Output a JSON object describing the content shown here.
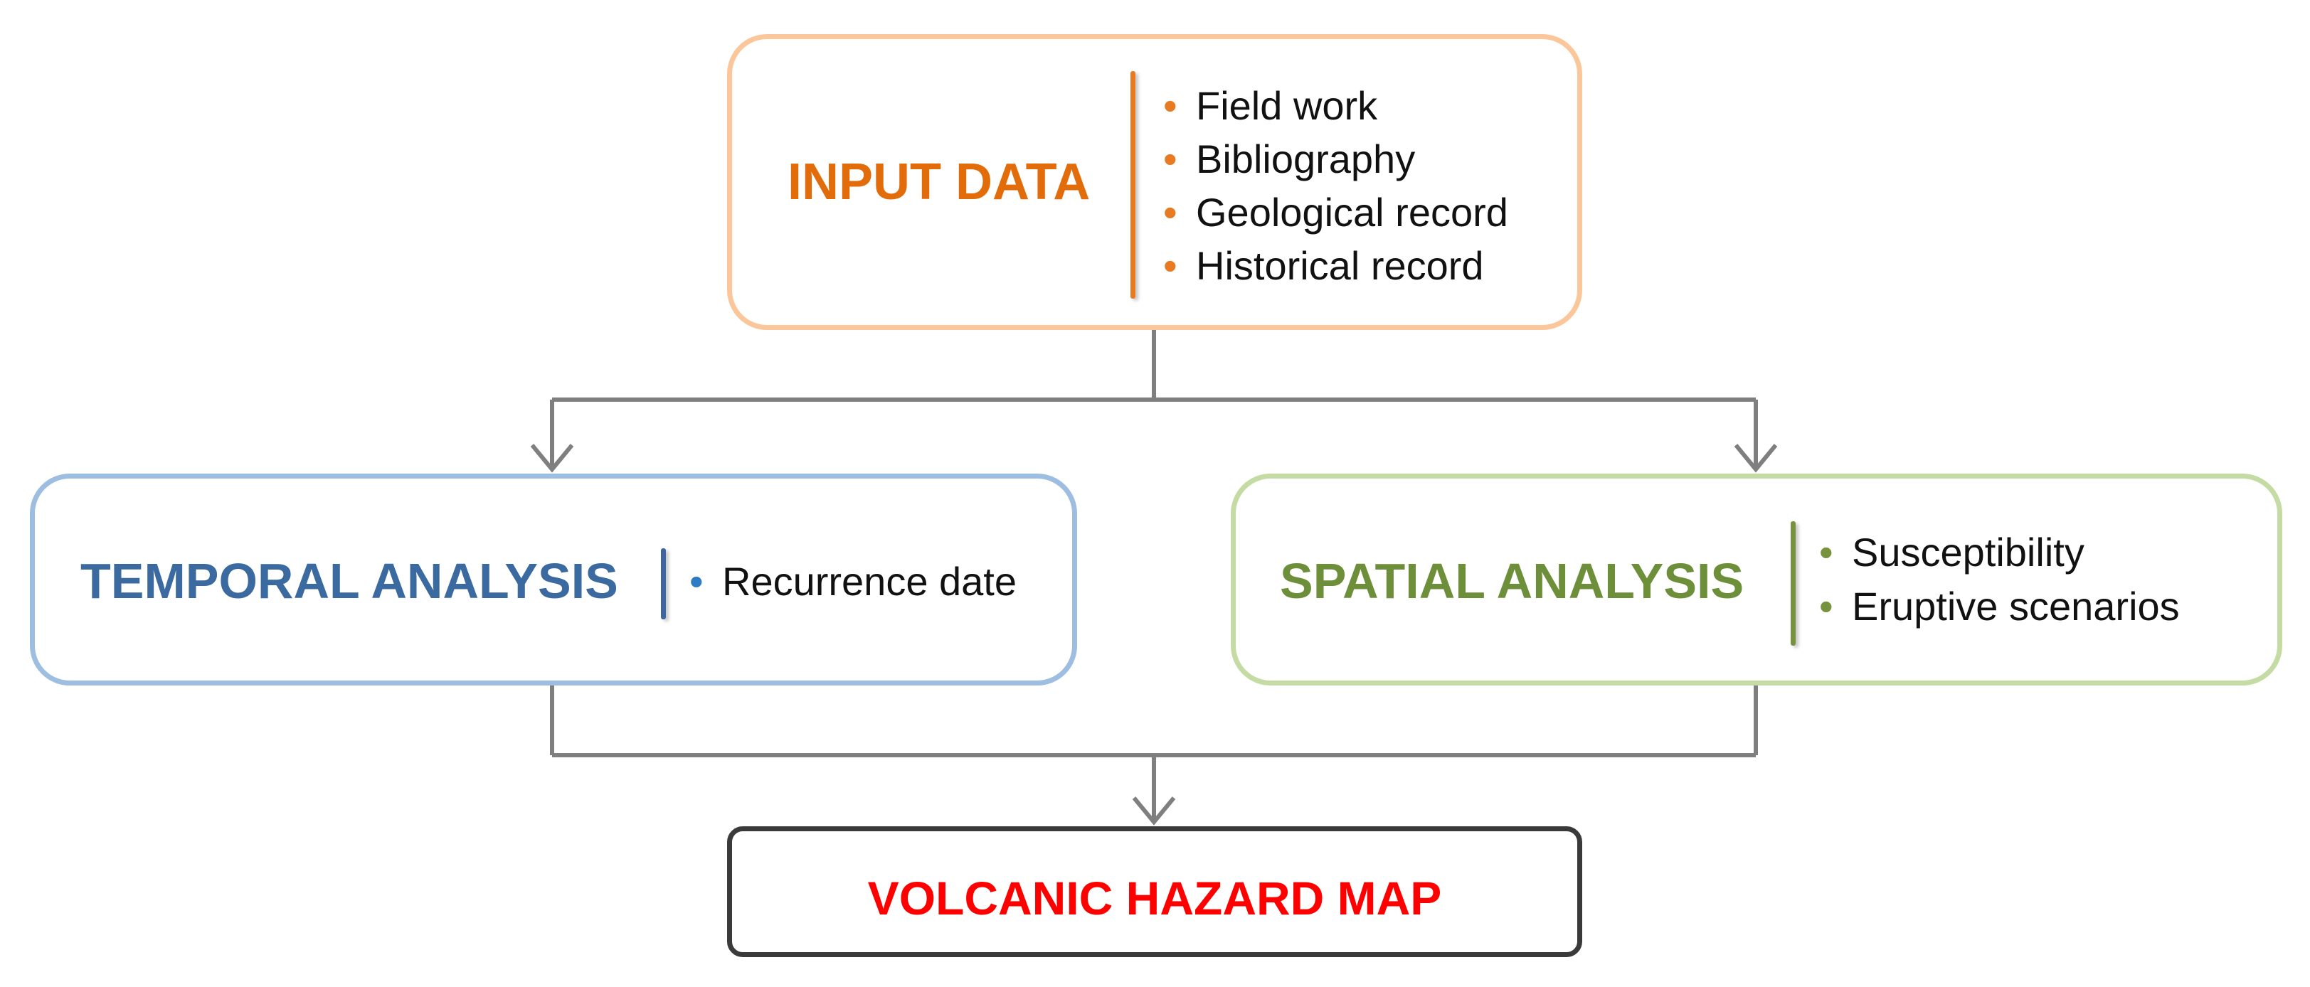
{
  "input": {
    "title": "INPUT DATA",
    "title_color": "#e36c0a",
    "bullet": "•",
    "bullet_color": "#e87a22",
    "items": [
      "Field work",
      "Bibliography",
      "Geological record",
      "Historical record"
    ]
  },
  "temporal": {
    "title": "TEMPORAL ANALYSIS",
    "title_color": "#3a6aa0",
    "bullet": "•",
    "bullet_color": "#2f7cc4",
    "items": [
      "Recurrence date"
    ]
  },
  "spatial": {
    "title": "SPATIAL ANALYSIS",
    "title_color": "#6d8f3a",
    "bullet": "•",
    "bullet_color": "#76923c",
    "items": [
      "Susceptibility",
      "Eruptive scenarios"
    ]
  },
  "output": {
    "title": "VOLCANIC HAZARD MAP",
    "title_color": "#ff0000"
  },
  "connector_color": "#7f7f7f"
}
